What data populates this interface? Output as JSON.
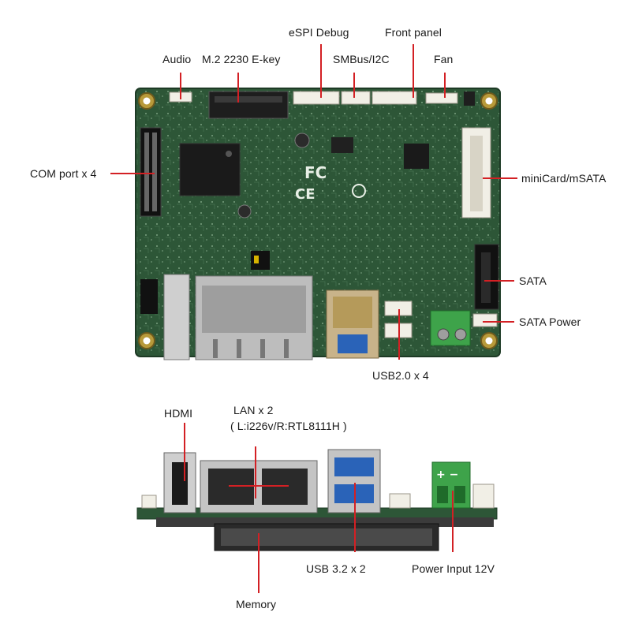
{
  "colors": {
    "pcb": "#2d5637",
    "pcb_dark": "#1d3a25",
    "trace": "#4a7a55",
    "pointer": "#d32024",
    "label": "#1a1a1a",
    "metal": "#b9b9b9",
    "usb_blue": "#2a63b8",
    "terminal_green": "#3ea34a",
    "connector_white": "#f1efe6"
  },
  "top_view": {
    "labels": {
      "audio": "Audio",
      "m2": "M.2 2230 E-key",
      "espi": "eSPI Debug",
      "smbus": "SMBus/I2C",
      "front_panel": "Front panel",
      "fan": "Fan",
      "com": "COM port x 4",
      "minicard": "miniCard/mSATA",
      "sata": "SATA",
      "sata_power": "SATA Power",
      "usb2": "USB2.0 x 4"
    }
  },
  "side_view": {
    "labels": {
      "hdmi": "HDMI",
      "lan_line1": "LAN x 2",
      "lan_line2": "( L:i226v/R:RTL8111H )",
      "usb3": "USB 3.2 x 2",
      "power": "Power Input 12V",
      "memory": "Memory"
    },
    "terminal_marks": "+  −"
  }
}
